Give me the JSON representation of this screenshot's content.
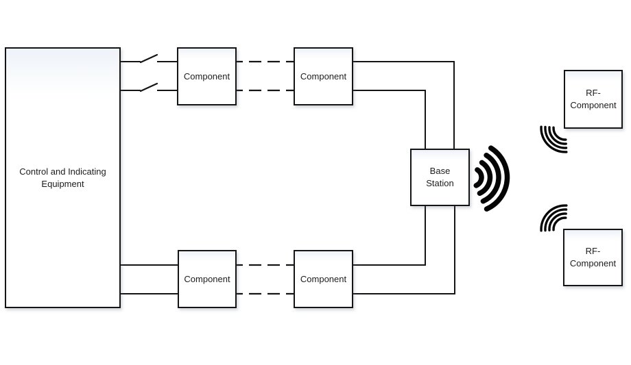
{
  "canvas": {
    "background": "#ffffff",
    "line_color": "#141414",
    "box_border_color": "#141414",
    "box_fill_color": "#ffffff",
    "text_color": "#1c1c1c"
  },
  "nodes": {
    "control_equipment": {
      "label": "Control and Indicating Equipment"
    },
    "component_top_left": {
      "label": "Component"
    },
    "component_top_right": {
      "label": "Component"
    },
    "component_bottom_left": {
      "label": "Component"
    },
    "component_bottom_right": {
      "label": "Component"
    },
    "base_station": {
      "label": "Base Station"
    },
    "rf_component_top": {
      "label": "RF-Component"
    },
    "rf_component_bottom": {
      "label": "RF-Component"
    }
  },
  "edges": [
    {
      "from": "control_equipment",
      "to": "component_top_left",
      "lines": 2,
      "style": "solid",
      "symbol": "switch"
    },
    {
      "from": "component_top_left",
      "to": "component_top_right",
      "lines": 2,
      "style": "dashed",
      "symbol": "none"
    },
    {
      "from": "component_top_right",
      "to": "base_station",
      "lines": 2,
      "style": "solid",
      "symbol": "none"
    },
    {
      "from": "control_equipment",
      "to": "component_bottom_left",
      "lines": 2,
      "style": "solid",
      "symbol": "none"
    },
    {
      "from": "component_bottom_left",
      "to": "component_bottom_right",
      "lines": 2,
      "style": "dashed",
      "symbol": "none"
    },
    {
      "from": "component_bottom_right",
      "to": "base_station",
      "lines": 2,
      "style": "solid",
      "symbol": "none"
    },
    {
      "from": "base_station",
      "to": "rf_component_top",
      "style": "wireless"
    },
    {
      "from": "base_station",
      "to": "rf_component_bottom",
      "style": "wireless"
    }
  ],
  "icons": {
    "base_station_signal": "radio-waves-icon",
    "rf_top_signal": "radio-waves-icon",
    "rf_bottom_signal": "radio-waves-icon"
  }
}
